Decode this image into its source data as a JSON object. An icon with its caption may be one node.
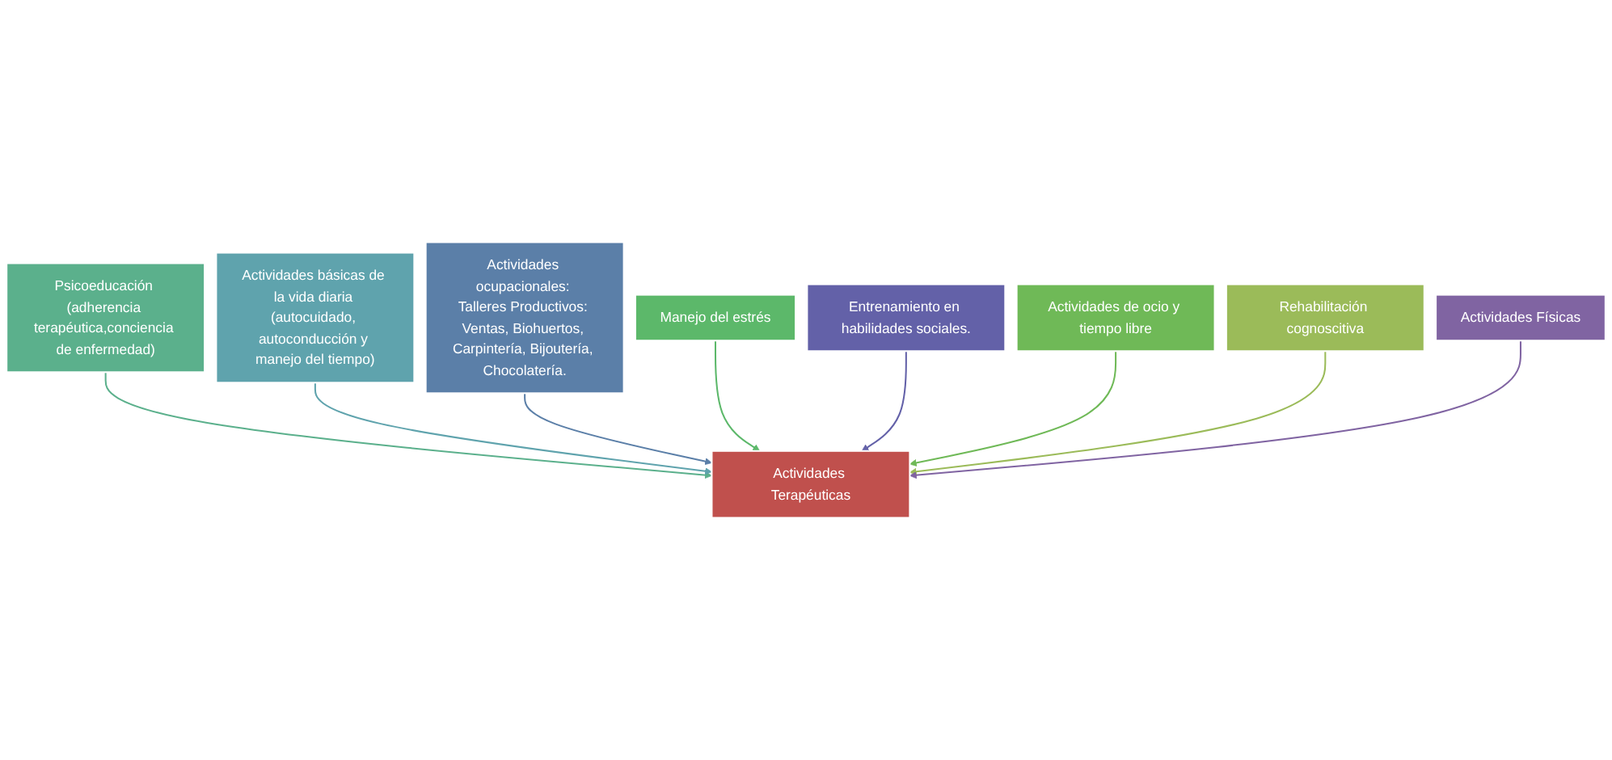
{
  "diagram": {
    "nodes": [
      {
        "text": [
          "Psicoeducación (adherencia terapéutica,conciencia de enfermedad)"
        ]
      },
      {
        "text": [
          "Actividades básicas de la vida diaria (autocuidado, autoconducción y manejo del tiempo)"
        ]
      },
      {
        "text": [
          "Actividades ocupacionales: Talleres Productivos: Ventas, Biohuertos, Carpintería, Bijoutería, Chocolatería."
        ]
      },
      {
        "text": [
          "Manejo del estrés"
        ]
      },
      {
        "text": [
          "Actividades Terapéuticas"
        ]
      },
      {
        "text": [
          "Entrenamiento en habilidades sociales."
        ]
      },
      {
        "text": [
          "Actividades de ocio y tiempo libre"
        ]
      },
      {
        "text": [
          "Rehabilitación cognoscitiva"
        ]
      },
      {
        "text": [
          "Actividades Físicas"
        ]
      }
    ],
    "edges": [
      {
        "from": 0,
        "to": 4,
        "arrow": "to",
        "color": "#5bb08c"
      },
      {
        "from": 1,
        "to": 4,
        "arrow": "to",
        "color": "#5fa3ad"
      },
      {
        "from": 2,
        "to": 4,
        "arrow": "to",
        "color": "#5b7fa8"
      },
      {
        "from": 3,
        "to": 4,
        "arrow": "to",
        "color": "#5cb86a"
      },
      {
        "from": 5,
        "to": 4,
        "arrow": "to",
        "color": "#6361a8"
      },
      {
        "from": 6,
        "to": 4,
        "arrow": "to",
        "color": "#6fb957"
      },
      {
        "from": 7,
        "to": 4,
        "arrow": "to",
        "color": "#9bbb59"
      },
      {
        "from": 8,
        "to": 4,
        "arrow": "to",
        "color": "#8064a2"
      }
    ]
  }
}
